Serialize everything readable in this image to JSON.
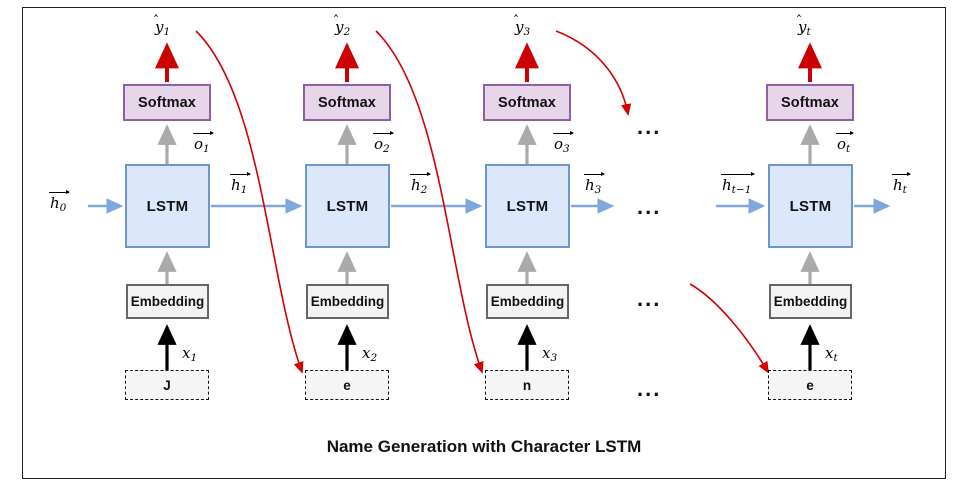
{
  "diagram": {
    "title": "Name Generation with Character LSTM",
    "frame_border_color": "#222222",
    "background": "#ffffff"
  },
  "legend_colors": {
    "softmax_fill": "#e7d5e9",
    "softmax_border": "#8e5fa2",
    "lstm_fill": "#dbe7fa",
    "lstm_border": "#6c96cc",
    "embedding_fill": "#f3f3f3",
    "embedding_border": "#666666",
    "charbox_fill": "#f5f5f5",
    "charbox_border": "#111111",
    "hidden_arrow": "#7fa6dd",
    "gray_arrow": "#aaaaaa",
    "input_arrow": "#000000",
    "output_arrow": "#cc0000",
    "feedback_arrow": "#d40000"
  },
  "labels": {
    "softmax": "Softmax",
    "lstm": "LSTM",
    "embedding": "Embedding",
    "ellipsis": "..."
  },
  "timesteps": [
    {
      "index": "1",
      "char": "J",
      "y_hat": "y",
      "y_hat_sub": "1",
      "o": "o",
      "o_sub": "1",
      "h_out": "h",
      "h_out_sub": "1",
      "x": "x",
      "x_sub": "1"
    },
    {
      "index": "2",
      "char": "e",
      "y_hat": "y",
      "y_hat_sub": "2",
      "o": "o",
      "o_sub": "2",
      "h_out": "h",
      "h_out_sub": "2",
      "x": "x",
      "x_sub": "2"
    },
    {
      "index": "3",
      "char": "n",
      "y_hat": "y",
      "y_hat_sub": "3",
      "o": "o",
      "o_sub": "3",
      "h_out": "h",
      "h_out_sub": "3",
      "x": "x",
      "x_sub": "3"
    },
    {
      "index": "t",
      "char": "e",
      "y_hat": "y",
      "y_hat_sub": "t",
      "o": "o",
      "o_sub": "t",
      "h_in": "h",
      "h_in_sub": "t−1",
      "h_out": "h",
      "h_out_sub": "t",
      "x": "x",
      "x_sub": "t"
    }
  ],
  "initial_state": {
    "h": "h",
    "h_sub": "0"
  }
}
